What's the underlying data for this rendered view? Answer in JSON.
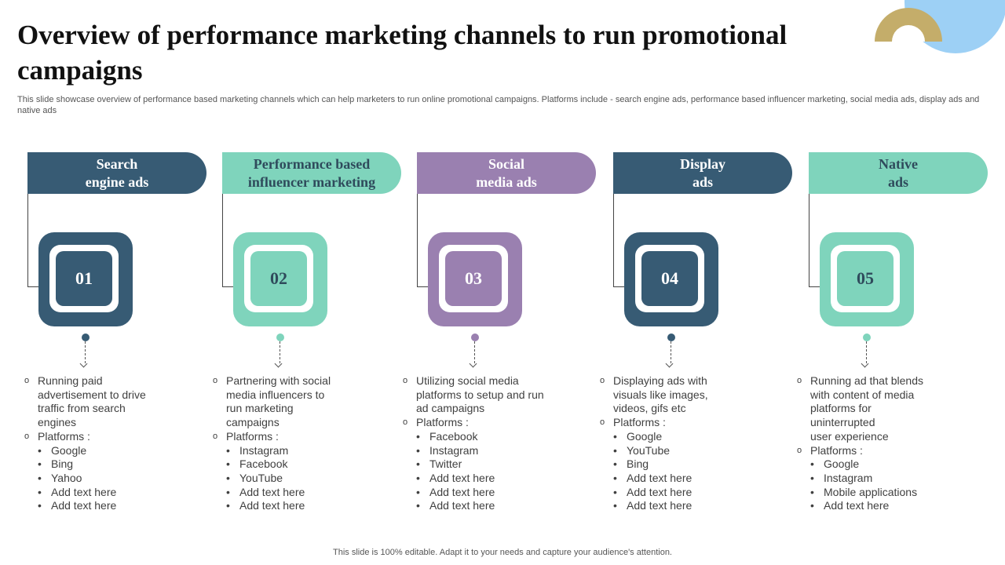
{
  "title": "Overview of  performance marketing channels to run promotional campaigns",
  "subtitle": "This slide showcase overview of performance based marketing channels which can help marketers to run online promotional campaigns. Platforms include - search engine ads, performance based influencer marketing, social media ads, display ads and native ads",
  "colors": {
    "navy": "#375b74",
    "teal": "#7fd4bc",
    "purple": "#9a80b0"
  },
  "columns": [
    {
      "heading": "Search\nengine ads",
      "number": "01",
      "description": "Running paid\nadvertisement to drive\ntraffic from search\nengines",
      "platforms_label": "Platforms :",
      "platforms": [
        "Google",
        "Bing",
        "Yahoo",
        "Add text here",
        "Add text here"
      ]
    },
    {
      "heading": "Performance based\ninfluencer marketing",
      "number": "02",
      "description": "Partnering with social\nmedia influencers to\nrun marketing\ncampaigns",
      "platforms_label": "Platforms :",
      "platforms": [
        "Instagram",
        "Facebook",
        "YouTube",
        "Add text here",
        "Add text here"
      ]
    },
    {
      "heading": "Social\nmedia ads",
      "number": "03",
      "description": "Utilizing social media\nplatforms to setup and run\nad campaigns",
      "platforms_label": "Platforms :",
      "platforms": [
        "Facebook",
        "Instagram",
        "Twitter",
        "Add text here",
        "Add text here",
        "Add text here"
      ]
    },
    {
      "heading": "Display\nads",
      "number": "04",
      "description": "Displaying ads with\nvisuals like images,\nvideos, gifs etc",
      "platforms_label": "Platforms :",
      "platforms": [
        "Google",
        "YouTube",
        "Bing",
        "Add text here",
        "Add text here",
        "Add text here"
      ]
    },
    {
      "heading": "Native\nads",
      "number": "05",
      "description": "Running ad that blends\nwith content of media\nplatforms for\nuninterrupted\nuser experience",
      "platforms_label": "Platforms :",
      "platforms": [
        "Google",
        "Instagram",
        "Mobile applications",
        "Add text here"
      ]
    }
  ],
  "footer": "This slide is 100% editable. Adapt it to your needs and capture your audience's attention."
}
